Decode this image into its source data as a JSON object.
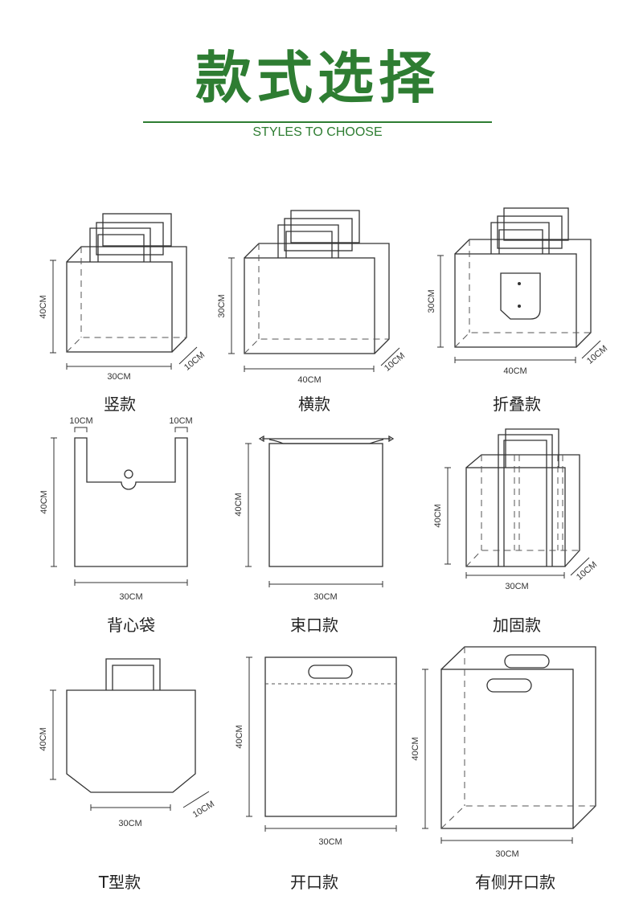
{
  "header": {
    "title": "款式选择",
    "subtitle": "STYLES TO CHOOSE"
  },
  "colors": {
    "accent": "#2e7d32",
    "line": "#333333"
  },
  "bags": [
    {
      "name": "竖款",
      "width": "30CM",
      "height": "40CM",
      "depth": "10CM"
    },
    {
      "name": "横款",
      "width": "40CM",
      "height": "30CM",
      "depth": "10CM"
    },
    {
      "name": "折叠款",
      "width": "40CM",
      "height": "30CM",
      "depth": "10CM"
    },
    {
      "name": "背心袋",
      "width": "30CM",
      "height": "40CM",
      "handle_left": "10CM",
      "handle_right": "10CM"
    },
    {
      "name": "束口款",
      "width": "30CM",
      "height": "40CM"
    },
    {
      "name": "加固款",
      "width": "30CM",
      "height": "40CM",
      "depth": "10CM"
    },
    {
      "name": "T型款",
      "width": "30CM",
      "height": "40CM",
      "depth": "10CM"
    },
    {
      "name": "开口款",
      "width": "30CM",
      "height": "40CM"
    },
    {
      "name": "有侧开口款",
      "width": "30CM",
      "height": "40CM"
    }
  ]
}
